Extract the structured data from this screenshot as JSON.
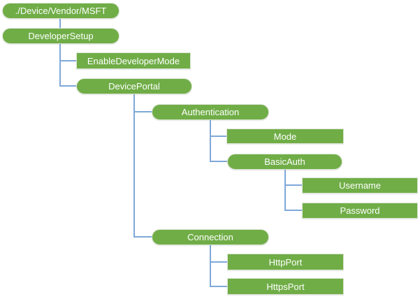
{
  "diagram": {
    "type": "tree",
    "colors": {
      "node_fill": "#70AD47",
      "node_border": "#DDE5D6",
      "node_text": "#FFFFFF",
      "connector": "#7FA8D8",
      "background": "#FFFFFF"
    },
    "nodes": [
      {
        "id": "root",
        "label": "./Device/Vendor/MSFT",
        "shape": "rounded",
        "parent": null
      },
      {
        "id": "developersetup",
        "label": "DeveloperSetup",
        "shape": "rounded",
        "parent": "root"
      },
      {
        "id": "enabledevelopermode",
        "label": "EnableDeveloperMode",
        "shape": "rect",
        "parent": "developersetup"
      },
      {
        "id": "deviceportal",
        "label": "DevicePortal",
        "shape": "rounded",
        "parent": "developersetup"
      },
      {
        "id": "authentication",
        "label": "Authentication",
        "shape": "rounded",
        "parent": "deviceportal"
      },
      {
        "id": "mode",
        "label": "Mode",
        "shape": "rect",
        "parent": "authentication"
      },
      {
        "id": "basicauth",
        "label": "BasicAuth",
        "shape": "rounded",
        "parent": "authentication"
      },
      {
        "id": "username",
        "label": "Username",
        "shape": "rect",
        "parent": "basicauth"
      },
      {
        "id": "password",
        "label": "Password",
        "shape": "rect",
        "parent": "basicauth"
      },
      {
        "id": "connection",
        "label": "Connection",
        "shape": "rounded",
        "parent": "deviceportal"
      },
      {
        "id": "httpport",
        "label": "HttpPort",
        "shape": "rect",
        "parent": "connection"
      },
      {
        "id": "httpsport",
        "label": "HttpsPort",
        "shape": "rect",
        "parent": "connection"
      }
    ]
  }
}
